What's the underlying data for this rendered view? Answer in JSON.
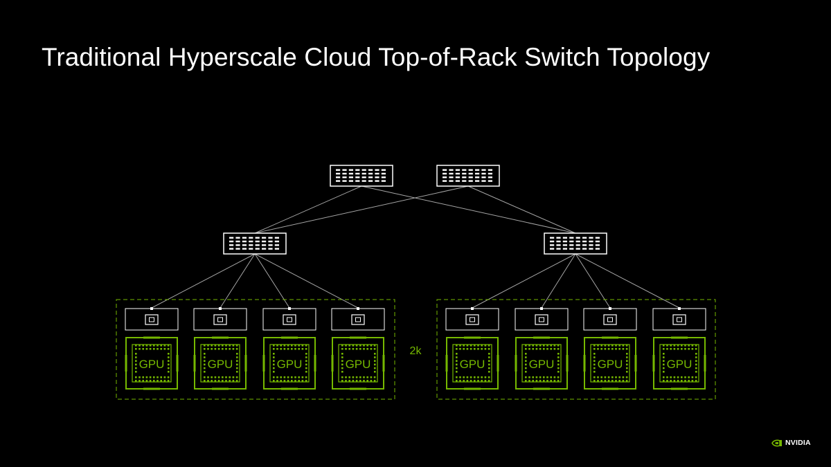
{
  "slide": {
    "title": "Traditional Hyperscale Cloud Top-of-Rack Switch Topology"
  },
  "diagram": {
    "gpu_label": "GPU",
    "count_label": "2k",
    "spine_switches": 2,
    "tor_switches": 2,
    "gpus_per_group": 4,
    "colors": {
      "background": "#000000",
      "accent": "#76b900",
      "switch": "#ffffff",
      "link": "#a6a6a6"
    }
  },
  "brand": {
    "logo_text": "NVIDIA"
  }
}
